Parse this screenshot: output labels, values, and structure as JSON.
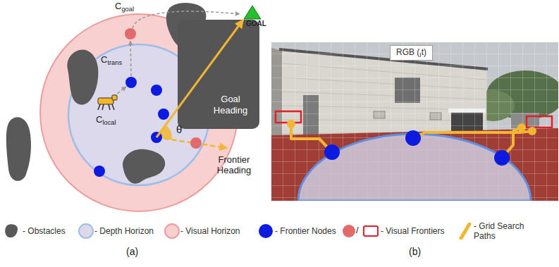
{
  "diagram": {
    "nodes": [
      {
        "text": [
          "GOAL"
        ]
      },
      {
        "text": [
          "Goal Heading"
        ]
      },
      {
        "text": [
          "RGB (It)"
        ]
      }
    ],
    "labels": [
      "Cgoal",
      "Ctrans",
      "Clocal",
      "θ",
      "Frontier Heading",
      "(a)",
      "(b)",
      "/"
    ],
    "legend": [
      {
        "text": "- Obstacles",
        "color": "#595959"
      },
      {
        "text": "- Depth Horizon",
        "color": "#dcd9ec"
      },
      {
        "text": "- Visual Horizon",
        "color": "#f8d0d0"
      },
      {
        "text": "- Frontier Nodes",
        "color": "#0d1be0"
      },
      {
        "text": "- Visual Frontiers"
      },
      {
        "text": "- Grid Search Paths"
      }
    ]
  }
}
